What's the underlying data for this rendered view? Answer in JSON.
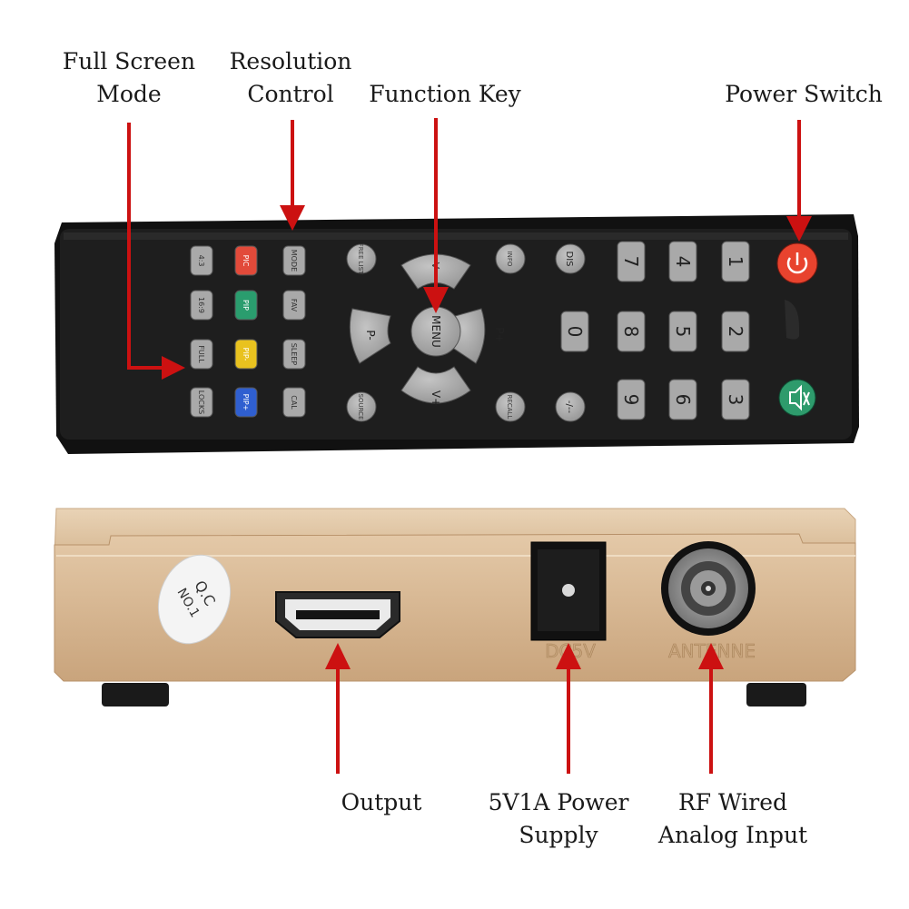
{
  "labels": {
    "full_screen": [
      "Full Screen",
      "Mode"
    ],
    "resolution": [
      "Resolution",
      "Control"
    ],
    "function_key": "Function Key",
    "power_switch": "Power Switch",
    "output": "Output",
    "power_supply": [
      "5V1A Power",
      "Supply"
    ],
    "rf_input": [
      "RF Wired",
      "Analog Input"
    ]
  },
  "remote": {
    "left_rows": [
      [
        "4:3",
        "PIC",
        "MODE"
      ],
      [
        "16:9",
        "PIP",
        "FAV"
      ],
      [
        "FULL",
        "PIP-",
        "SLEEP"
      ],
      [
        "LOCKS",
        "PIP+",
        "CAL"
      ]
    ],
    "left_col2_colors": [
      "#e24a3a",
      "#2a9d6e",
      "#e9c21f",
      "#2f5fd0"
    ],
    "round_keys": [
      "FREE LIST",
      "SOURCE",
      "INFO",
      "RECALL"
    ],
    "dpad": {
      "up": "V-",
      "left": "P-",
      "center": "MENU",
      "right": "P+",
      "down": "V+"
    },
    "extra_keys": [
      "DIS",
      "-/--"
    ],
    "number_rows": [
      [
        "7",
        "4",
        "1"
      ],
      [
        "0",
        "8",
        "5",
        "2"
      ],
      [
        "9",
        "6",
        "3"
      ]
    ],
    "power_color": "#e8432e",
    "mute_color": "#2e9b6c"
  },
  "device": {
    "qc_sticker": [
      "Q.C",
      "NO.1"
    ],
    "dc_label": "DC5V",
    "antenne_label": "ANTENNE",
    "body_color": "#dcbf9c"
  },
  "colors": {
    "arrow": "#cc1111",
    "remote_body": "#1b1b1b",
    "key_gray": "#a9a9a9"
  }
}
